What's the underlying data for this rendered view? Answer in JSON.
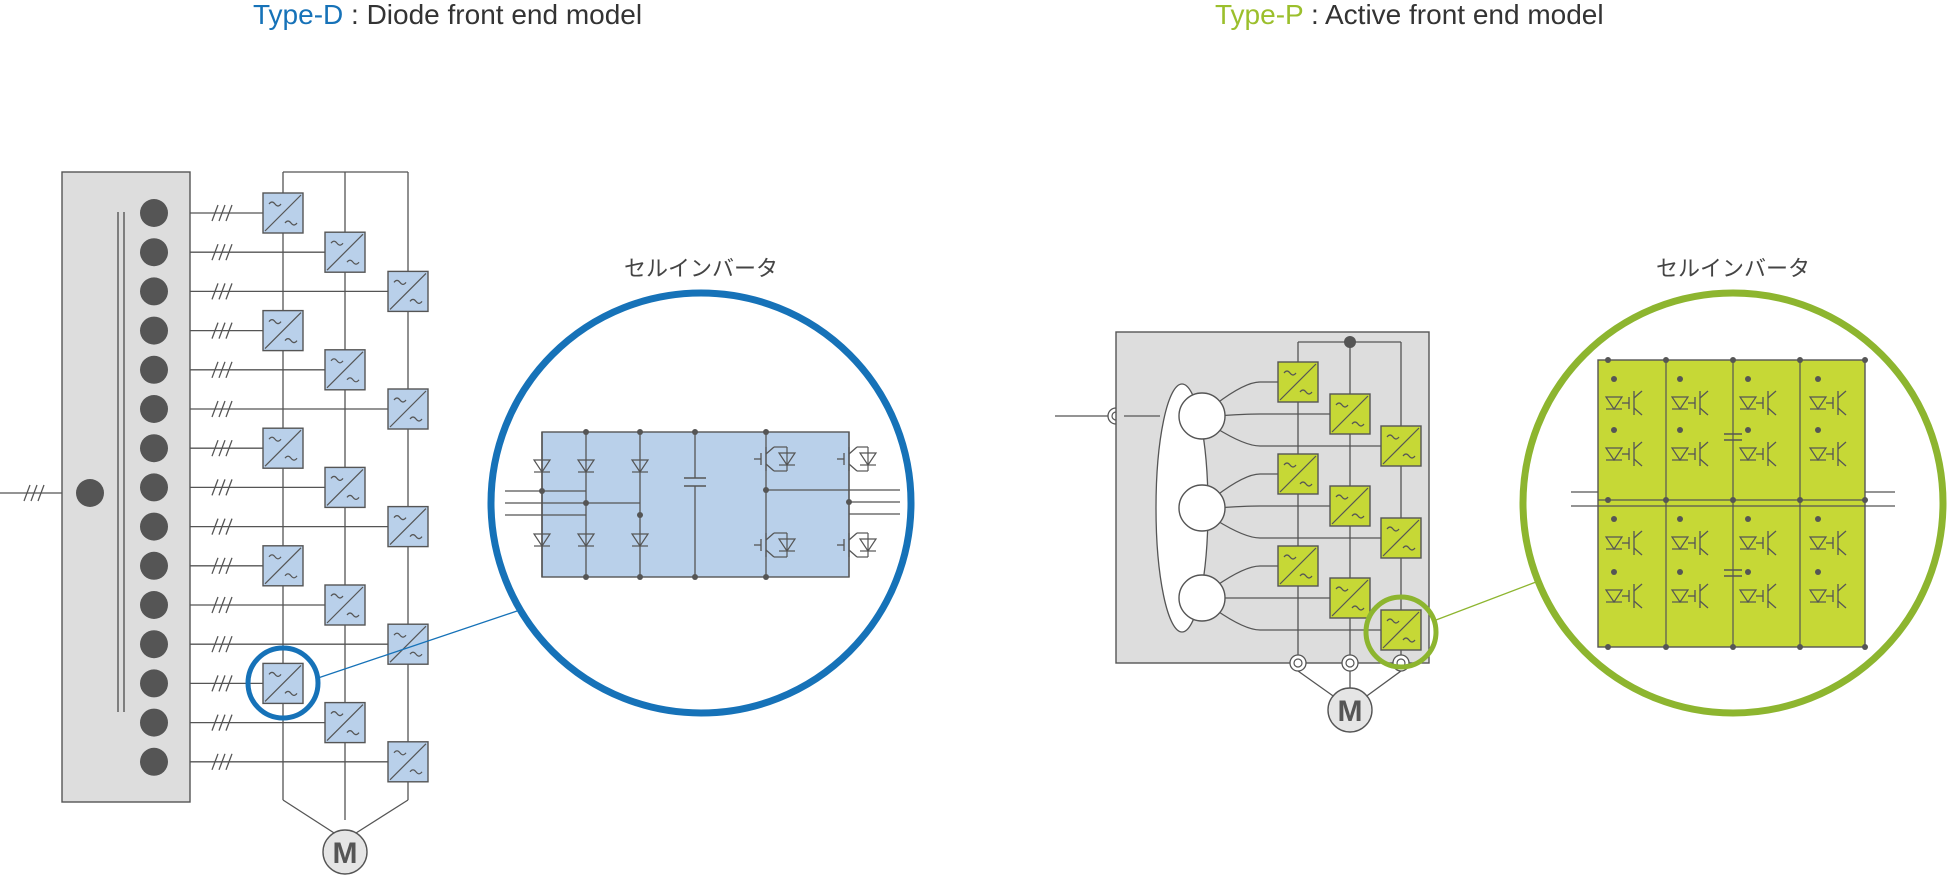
{
  "type_d": {
    "title_prefix": "Type-D",
    "title_suffix": " : Diode front end model",
    "zoom_label": "セルインバータ",
    "motor_label": "M",
    "accent": "#1672b8",
    "cell_fill": "#b9d0ea"
  },
  "type_p": {
    "title_prefix": "Type-P",
    "title_suffix": " : Active front end model",
    "zoom_label": "セルインバータ",
    "motor_label": "M",
    "accent": "#8db52f",
    "cell_fill": "#c6d836"
  },
  "line_color": "#555555",
  "panel_color": "#dddddd"
}
